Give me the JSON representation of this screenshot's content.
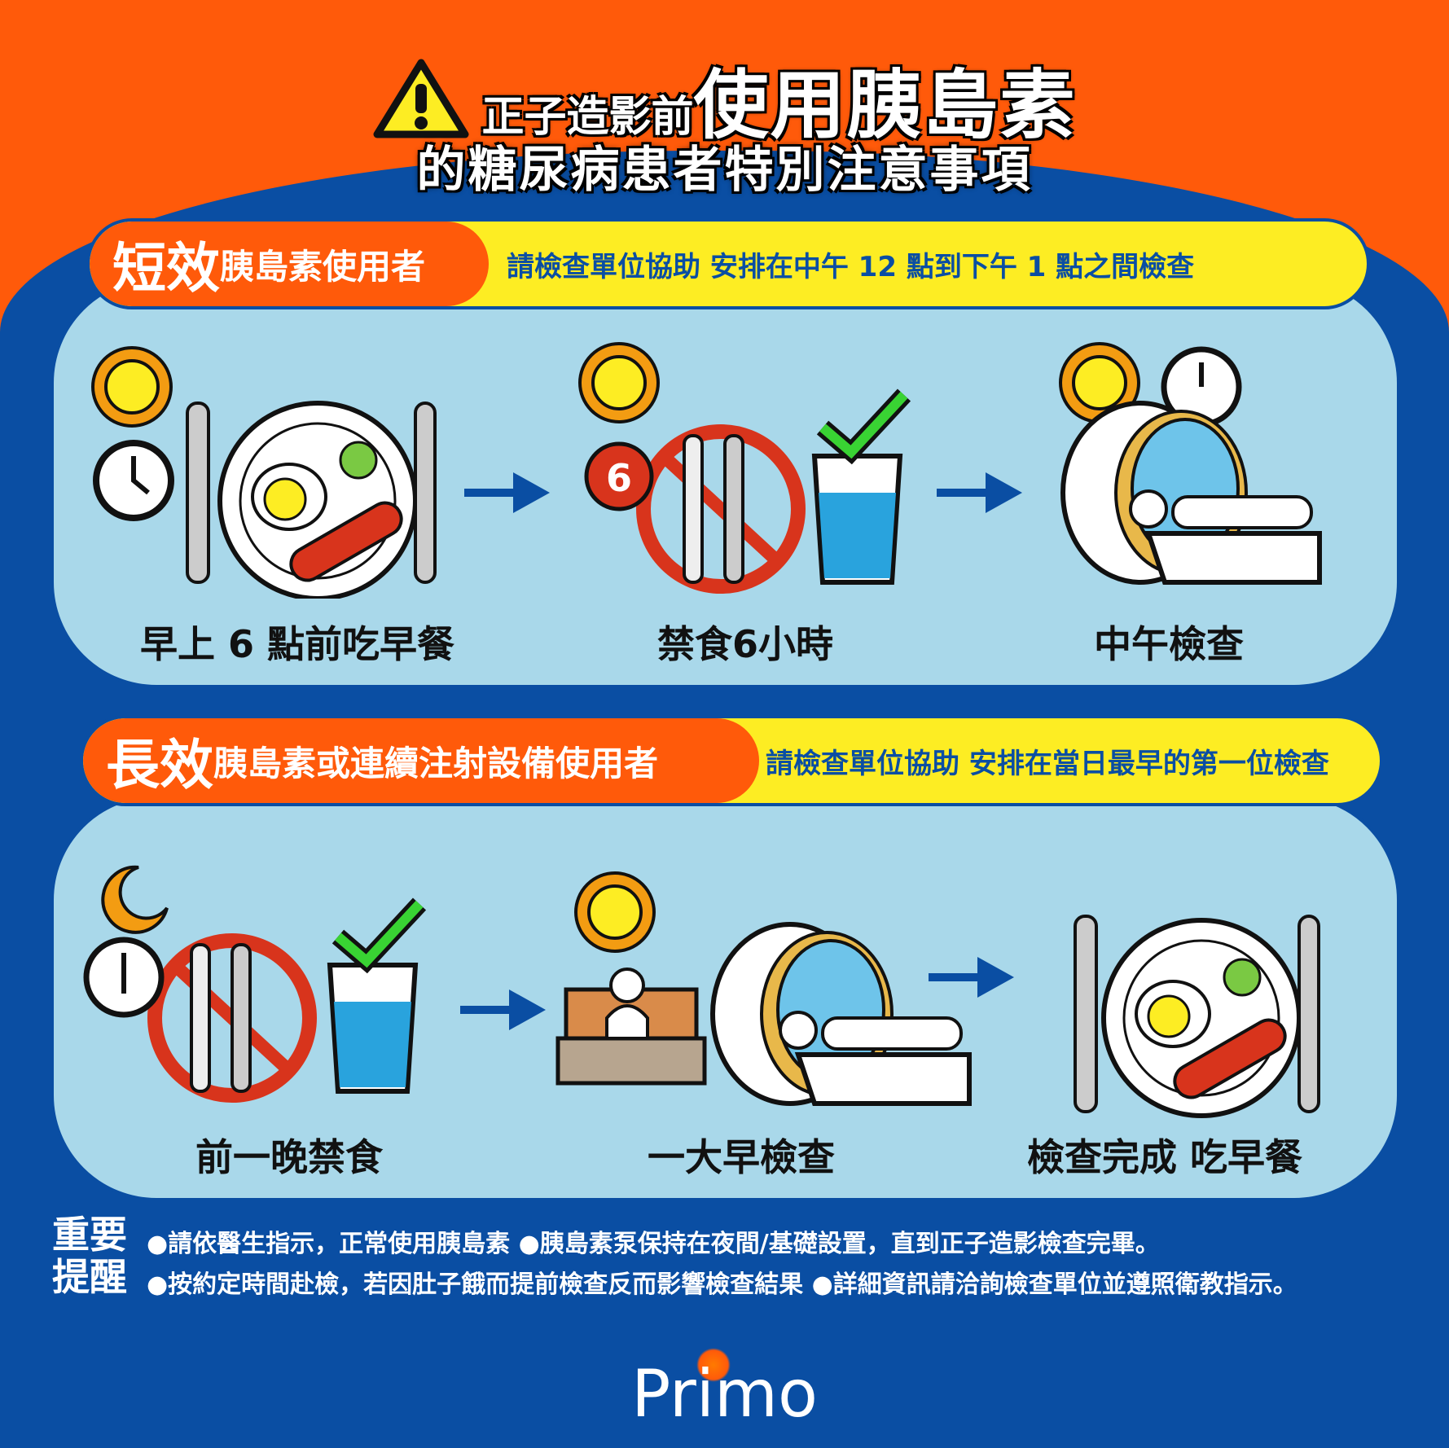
{
  "title": {
    "line1_small": "正子造影前",
    "line1_big": "使用胰島素",
    "line2": "的糖尿病患者特別注意事項"
  },
  "section1": {
    "tag_big": "短效",
    "tag_small": "胰島素使用者",
    "note": "請檢查單位協助 安排在中午 12 點到下午 1 點之間檢查",
    "steps": [
      "早上 6 點前吃早餐",
      "禁食6小時",
      "中午檢查"
    ],
    "fast_hours": "6"
  },
  "section2": {
    "tag_big": "長效",
    "tag_small": "胰島素或連續注射設備使用者",
    "note": "請檢查單位協助 安排在當日最早的第一位檢查",
    "steps": [
      "前一晚禁食",
      "一大早檢查",
      "檢查完成 吃早餐"
    ]
  },
  "reminder": {
    "key_line1": "重要",
    "key_line2": "提醒",
    "line1": "●請依醫生指示，正常使用胰島素 ●胰島素泵保持在夜間/基礎設置，直到正子造影檢查完畢。",
    "line2": "●按約定時間赴檢，若因肚子餓而提前檢查反而影響檢查結果 ●詳細資訊請洽詢檢查單位並遵照衛教指示。"
  },
  "brand": {
    "name": "Primo"
  },
  "colors": {
    "orange": "#ff5a0a",
    "blue": "#0a4ea3",
    "yellow": "#fded23",
    "panel": "#a9d8ea"
  }
}
